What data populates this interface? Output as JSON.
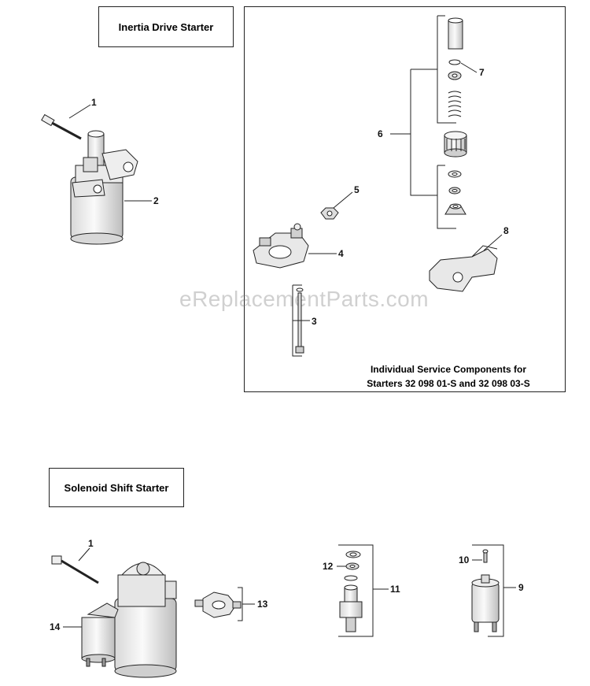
{
  "sections": {
    "inertia_title": "Inertia Drive Starter",
    "solenoid_title": "Solenoid Shift Starter",
    "service_note_line1": "Individual Service Components for",
    "service_note_line2": "Starters 32 098 01-S and 32 098 03-S"
  },
  "watermark": "eReplacementParts.com",
  "callouts": {
    "c1_top": "1",
    "c2": "2",
    "c3": "3",
    "c4": "4",
    "c5": "5",
    "c6": "6",
    "c7": "7",
    "c8": "8",
    "c1_bottom": "1",
    "c9": "9",
    "c10": "10",
    "c11": "11",
    "c12": "12",
    "c13": "13",
    "c14": "14"
  },
  "colors": {
    "line": "#222222",
    "part_fill": "#f2f2f2",
    "part_shade": "#cfcfcf"
  }
}
